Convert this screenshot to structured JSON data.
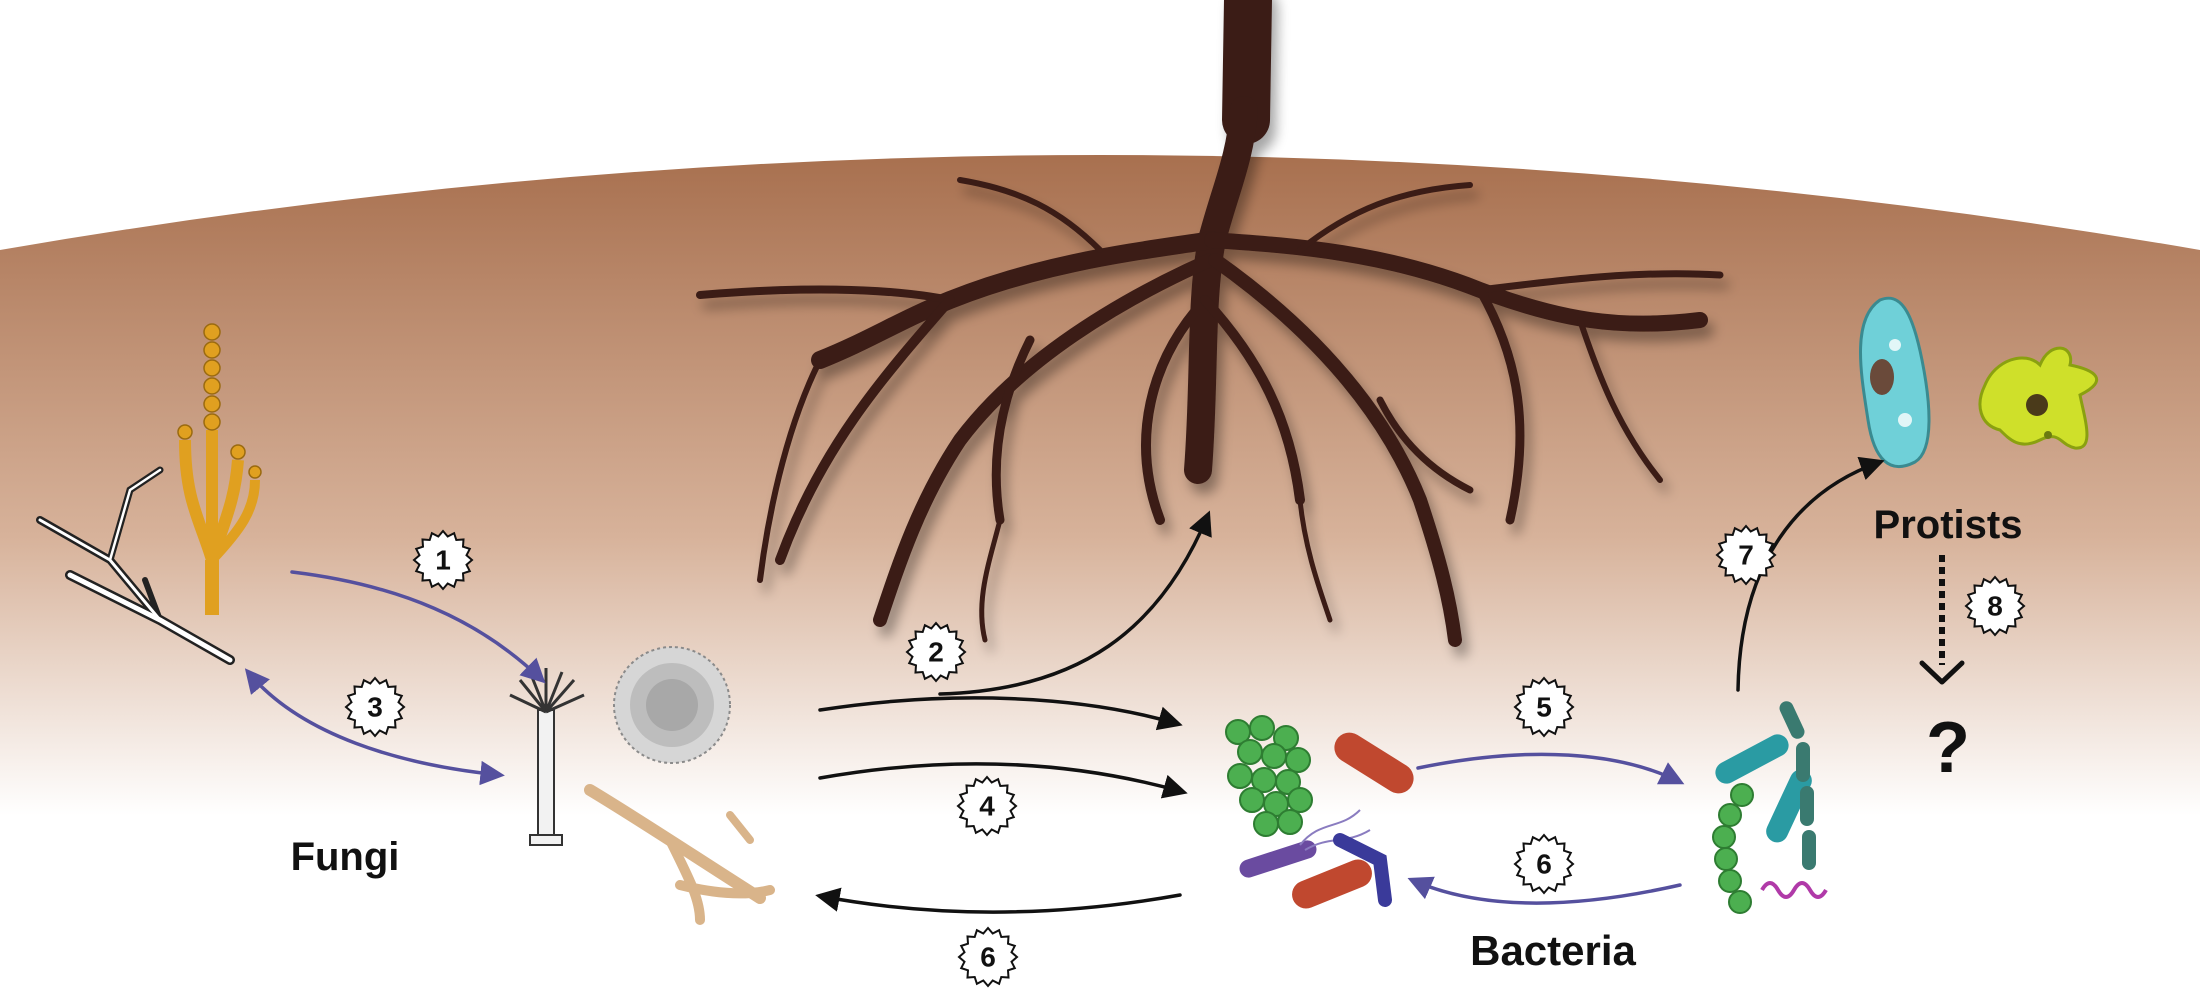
{
  "labels": {
    "fungi": "Fungi",
    "bacteria": "Bacteria",
    "protists": "Protists",
    "unknown": "?"
  },
  "badges": [
    "1",
    "2",
    "3",
    "4",
    "5",
    "6",
    "6",
    "7",
    "8"
  ],
  "colors": {
    "soil_top": "#a8704f",
    "soil_fade": "#ffffff",
    "root": "#3a1d17",
    "arrow_black": "#111111",
    "arrow_purple": "#55509e",
    "fungi_orange": "#e0a020",
    "fungi_tan": "#d9b48a",
    "bacteria_green": "#4caf50",
    "bacteria_red": "#c0482f",
    "bacteria_teal": "#2a9ba3",
    "bacteria_purple": "#6a4ba0",
    "protist_cyan": "#6fd0d8",
    "protist_lime": "#cfe02a"
  }
}
